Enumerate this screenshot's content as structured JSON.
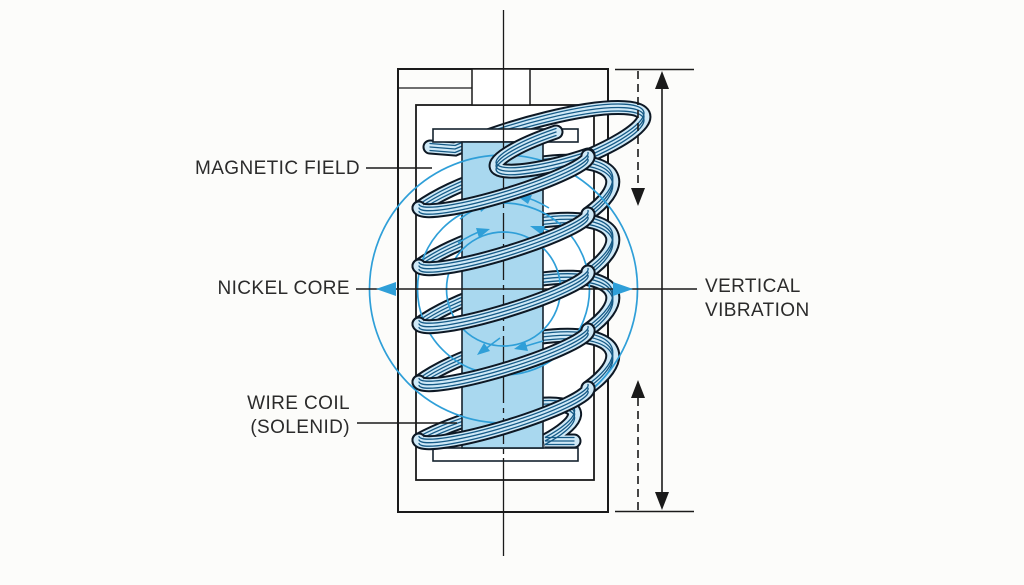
{
  "diagram": {
    "labels": {
      "magnetic_field": "MAGNETIC FIELD",
      "nickel_core": "NICKEL CORE",
      "wire_coil_line1": "WIRE COIL",
      "wire_coil_line2": "(SOLENID)",
      "vertical_vibration_line1": "VERTICAL",
      "vertical_vibration_line2": "VIBRATION"
    },
    "colors": {
      "background": "#fcfcfa",
      "line_black": "#1a1a1a",
      "text": "#2b2b2b",
      "field_blue": "#2f9fd8",
      "core_blue": "#a9d8ef",
      "coil_fill_blue": "#cfe9f7",
      "coil_strand_blue": "#155a86"
    },
    "icons": {
      "field_left_arrow": "blue-arrow-left",
      "field_right_arrow": "blue-arrow-right",
      "field_circulation_arrows": "blue-curved-arrows",
      "dimension_double_arrow": "black-vertical-double-arrow",
      "vibration_dashed_arrows": "black-dashed-arrows"
    }
  }
}
